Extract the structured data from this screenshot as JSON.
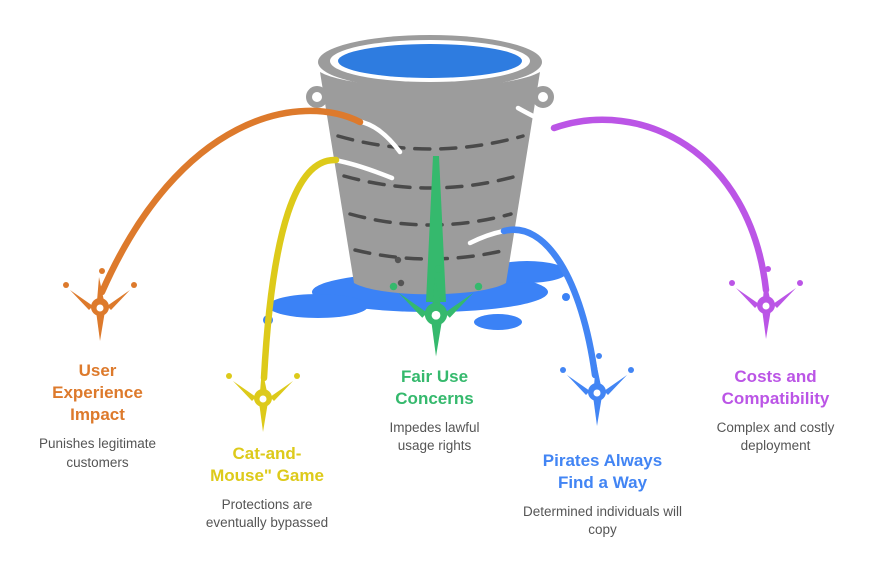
{
  "diagram": {
    "name": "leaky-bucket-drm-problems",
    "bucket": {
      "body_color": "#9c9c9c",
      "rim_gap_color": "#ffffff",
      "water_color": "#2e7ce0",
      "puddle_color": "#3b82f6",
      "band_color": "#4a4a4a",
      "hole_color": "#555555"
    }
  },
  "items": [
    {
      "id": "user-experience-impact",
      "title": "User Experience Impact",
      "desc": "Punishes legitimate customers",
      "color": "#dd7a2c"
    },
    {
      "id": "cat-and-mouse-game",
      "title": "Cat-and-Mouse\" Game",
      "desc": "Protections are eventually bypassed",
      "color": "#ddca1a"
    },
    {
      "id": "fair-use-concerns",
      "title": "Fair Use Concerns",
      "desc": "Impedes lawful usage rights",
      "color": "#35b96d"
    },
    {
      "id": "pirates-always-find-a-way",
      "title": "Pirates Always Find a Way",
      "desc": "Determined individuals will copy",
      "color": "#4285f4"
    },
    {
      "id": "costs-and-compatibility",
      "title": "Costs and Compatibility",
      "desc": "Complex and costly deployment",
      "color": "#bb55e6"
    }
  ]
}
